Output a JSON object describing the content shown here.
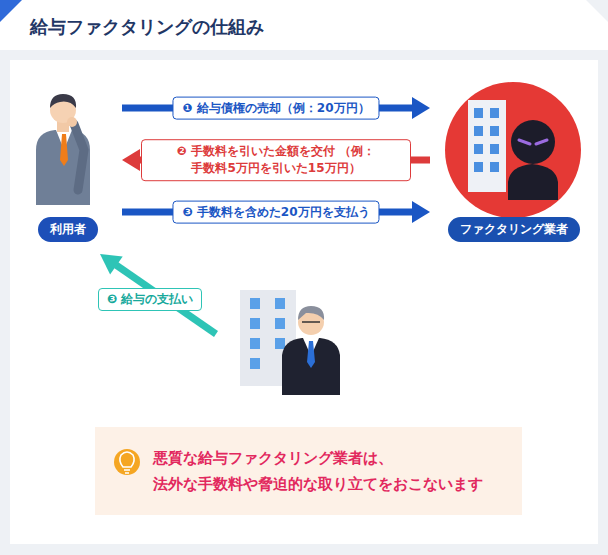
{
  "diagram": {
    "title": "給与ファクタリングの仕組み",
    "nodes": [
      {
        "text": [
          "利用者"
        ]
      },
      {
        "text": [
          "ファクタリング業者"
        ]
      },
      {
        "text": [
          "悪質な給与ファクタリング業者は、 法外な手数料や脅迫的な取り立てをおこないます"
        ]
      }
    ],
    "edges": [
      {
        "from": 0,
        "to": 1,
        "label": "❶ 給与債権の売却（例：20万円）",
        "arrow": "to"
      },
      {
        "from": 1,
        "to": 0,
        "label": "❷ 手数料を引いた金額を交付 （例：手数料5万円を引いた15万円）",
        "arrow": "to"
      },
      {
        "from": 0,
        "to": 1,
        "label": "❸ 手数料を含めた20万円を支払う",
        "arrow": "to"
      }
    ],
    "labels": [
      "❸ 給与の支払い"
    ]
  }
}
